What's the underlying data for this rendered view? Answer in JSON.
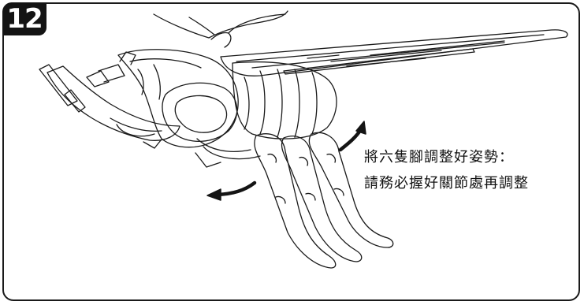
{
  "step": {
    "number": "12"
  },
  "caption": {
    "line1": "將六隻腳調整好姿勢：",
    "line2": "請務必握好關節處再調整"
  },
  "icons": {
    "arrow_up": "curved-arrow-up-icon",
    "arrow_left": "curved-arrow-left-icon"
  },
  "colors": {
    "ink": "#141414",
    "paper": "#ffffff"
  }
}
